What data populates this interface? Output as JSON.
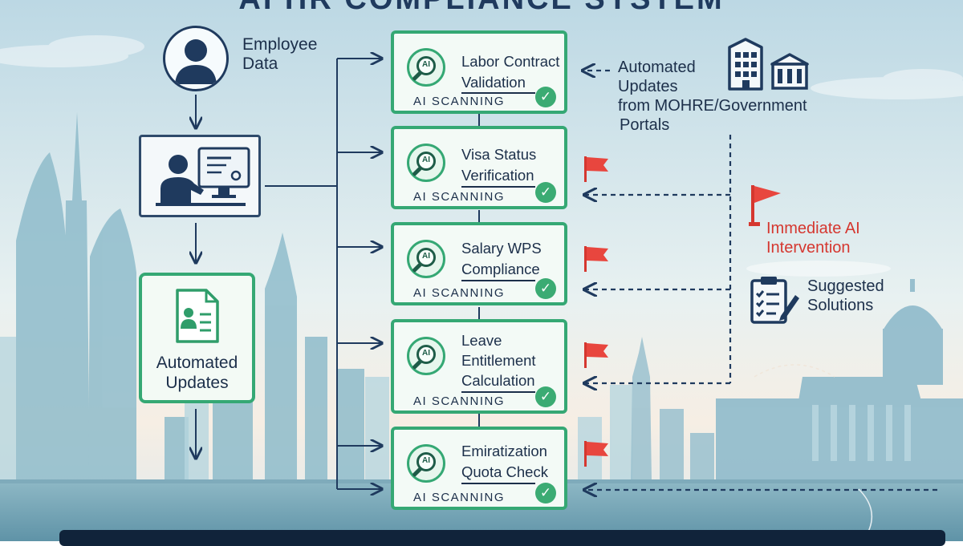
{
  "header": {
    "title": "AI HR COMPLIANCE SYSTEM"
  },
  "employee": {
    "label_line1": "Employee",
    "label_line2": "Data",
    "icon": "person-icon"
  },
  "workstation": {
    "icon": "employee-at-computer-icon"
  },
  "automated_updates": {
    "label_line1": "Automated",
    "label_line2": "Updates",
    "icon": "document-icon"
  },
  "checks": [
    {
      "line1": "Labor Contract",
      "line2": "Validation",
      "line3": "",
      "scan_label": "AI SCANNING",
      "status": "checked",
      "flagged": false
    },
    {
      "line1": "Visa Status",
      "line2": "Verification",
      "line3": "",
      "scan_label": "AI SCANNING",
      "status": "checked",
      "flagged": true
    },
    {
      "line1": "Salary WPS",
      "line2": "Compliance",
      "line3": "",
      "scan_label": "AI SCANNING",
      "status": "checked",
      "flagged": true
    },
    {
      "line1": "Leave",
      "line2": "Entitlement",
      "line3": "Calculation",
      "scan_label": "AI SCANNING",
      "status": "checked",
      "flagged": true
    },
    {
      "line1": "Emiratization",
      "line2": "Quota Check",
      "line3": "",
      "scan_label": "AI SCANNING",
      "status": "checked",
      "flagged": true
    }
  ],
  "gov_updates": {
    "line1": "Automated",
    "line2": "Updates",
    "line3": "from MOHRE/Government",
    "line4": "Portals",
    "icons": [
      "office-building-icon",
      "government-building-icon"
    ]
  },
  "intervention": {
    "line1": "Immediate AI",
    "line2": "Intervention",
    "icon": "red-flag-icon"
  },
  "solutions": {
    "line1": "Suggested",
    "line2": "Solutions",
    "icon": "clipboard-checklist-icon"
  },
  "colors": {
    "primary_navy": "#1f3a5e",
    "accent_green": "#35a874",
    "alert_red": "#d5372f",
    "sky_top": "#bcd8e4",
    "sky_horizon": "#f6eee4"
  }
}
